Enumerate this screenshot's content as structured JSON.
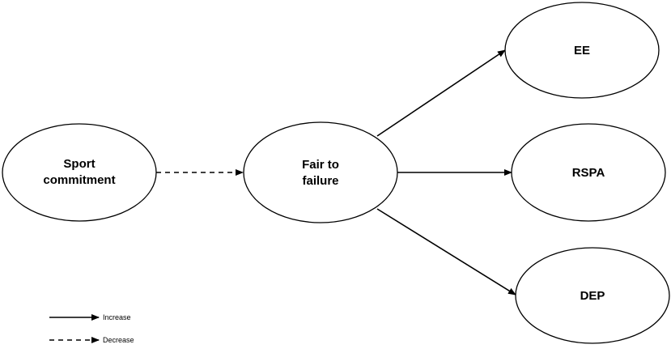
{
  "nodes": {
    "sport_commitment": {
      "line1": "Sport",
      "line2": "commitment"
    },
    "fair_to_failure": {
      "line1": "Fair to",
      "line2": "failure"
    },
    "ee": {
      "label": "EE"
    },
    "rspa": {
      "label": "RSPA"
    },
    "dep": {
      "label": "DEP"
    }
  },
  "edges": [
    {
      "from": "Sport commitment",
      "to": "Fair to failure",
      "style": "dashed",
      "meaning": "Decrease"
    },
    {
      "from": "Fair to failure",
      "to": "EE",
      "style": "solid",
      "meaning": "Increase"
    },
    {
      "from": "Fair to failure",
      "to": "RSPA",
      "style": "solid",
      "meaning": "Increase"
    },
    {
      "from": "Fair to failure",
      "to": "DEP",
      "style": "solid",
      "meaning": "Increase"
    }
  ],
  "legend": {
    "increase": "Increase",
    "decrease": "Decrease"
  },
  "colors": {
    "stroke": "#000000",
    "background": "#ffffff"
  }
}
